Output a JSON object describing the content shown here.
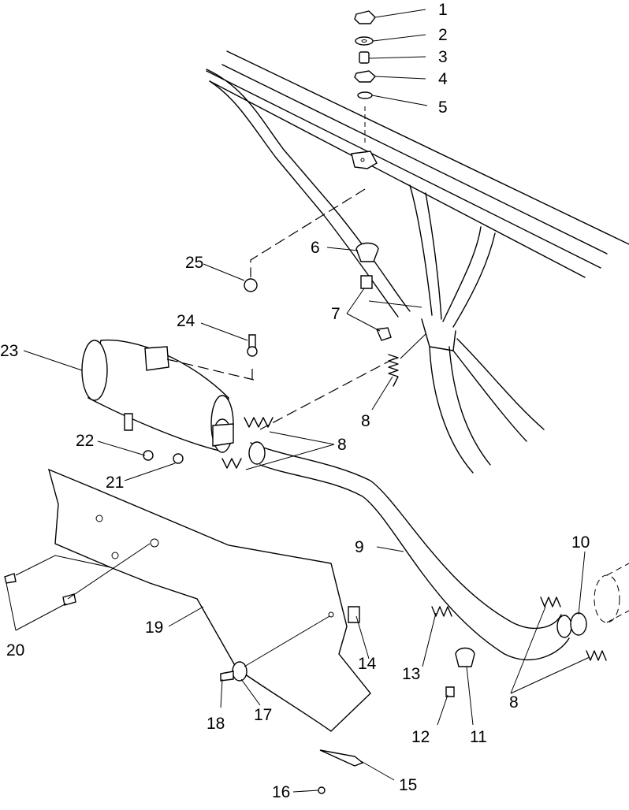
{
  "callouts": [
    {
      "id": "c1",
      "text": "1"
    },
    {
      "id": "c2",
      "text": "2"
    },
    {
      "id": "c3",
      "text": "3"
    },
    {
      "id": "c4",
      "text": "4"
    },
    {
      "id": "c5",
      "text": "5"
    },
    {
      "id": "c6",
      "text": "6"
    },
    {
      "id": "c7",
      "text": "7"
    },
    {
      "id": "c8a",
      "text": "8"
    },
    {
      "id": "c8b",
      "text": "8"
    },
    {
      "id": "c8c",
      "text": "8"
    },
    {
      "id": "c9",
      "text": "9"
    },
    {
      "id": "c10",
      "text": "10"
    },
    {
      "id": "c11",
      "text": "11"
    },
    {
      "id": "c12",
      "text": "12"
    },
    {
      "id": "c13",
      "text": "13"
    },
    {
      "id": "c14",
      "text": "14"
    },
    {
      "id": "c15",
      "text": "15"
    },
    {
      "id": "c16",
      "text": "16"
    },
    {
      "id": "c17",
      "text": "17"
    },
    {
      "id": "c18",
      "text": "18"
    },
    {
      "id": "c19",
      "text": "19"
    },
    {
      "id": "c20",
      "text": "20"
    },
    {
      "id": "c21",
      "text": "21"
    },
    {
      "id": "c22",
      "text": "22"
    },
    {
      "id": "c23",
      "text": "23"
    },
    {
      "id": "c24",
      "text": "24"
    },
    {
      "id": "c25",
      "text": "25"
    }
  ]
}
